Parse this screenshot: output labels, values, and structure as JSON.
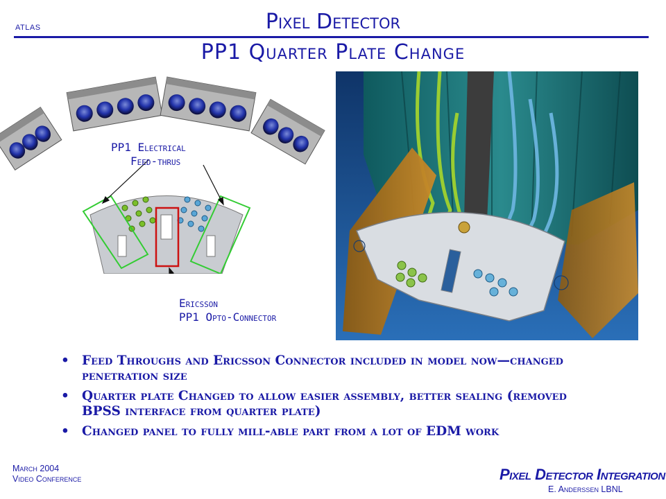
{
  "header": {
    "logo": "atlas",
    "title": "Pixel Detector",
    "subtitle": "PP1 Quarter Plate Change"
  },
  "labels": {
    "feedthrus_line1": "PP1 Electrical",
    "feedthrus_line2": "Feed-thrus",
    "connector_line1": "Ericsson",
    "connector_line2": "PP1 Opto-Connector"
  },
  "bullets": [
    {
      "dot": "•",
      "text": "Feed Throughs and Ericsson Connector included in model now—changed penetration size"
    },
    {
      "dot": "•",
      "text": "Quarter plate Changed to allow easier assembly, better sealing (removed BPSS interface from quarter plate)"
    },
    {
      "dot": "•",
      "text": "Changed panel to fully mill-able part from a lot of EDM work"
    }
  ],
  "footer": {
    "date": "March 2004",
    "event": "Video Conference",
    "brand": "Pixel Detector Integration",
    "author": "E. Anderssen LBNL"
  },
  "colors": {
    "text": "#1a1aa6",
    "render_bg": "#1d4f8c",
    "plate": "#c9ccd1",
    "box_green": "#33cc33",
    "box_red": "#cc1111"
  }
}
